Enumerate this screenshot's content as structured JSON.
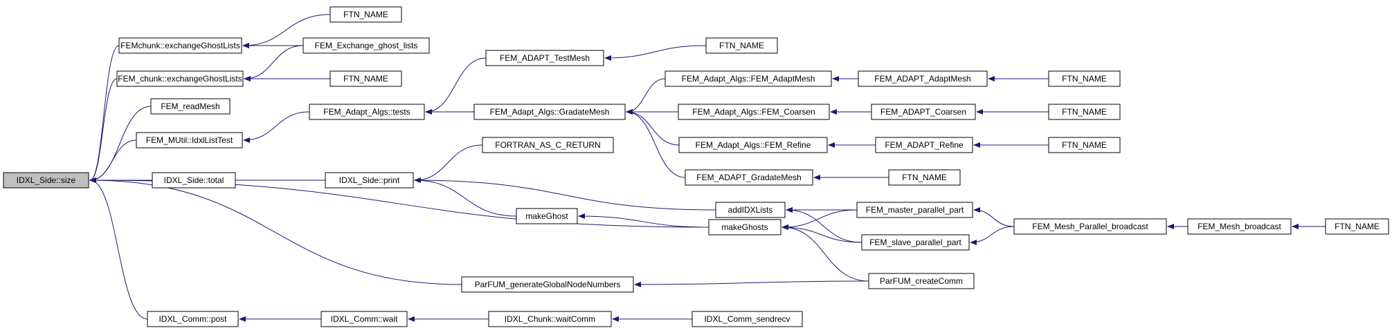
{
  "graph": {
    "root": "IDXL_Side::size",
    "colors": {
      "edge": "#191970",
      "node_fill": "#ffffff",
      "root_fill": "#bfbfbf",
      "node_border": "#000000"
    },
    "nodes": [
      {
        "id": "root",
        "label": "IDXL_Side::size"
      },
      {
        "id": "fc_ex",
        "label": "FEMchunk::exchangeGhostLists"
      },
      {
        "id": "ftn1",
        "label": "FTN_NAME"
      },
      {
        "id": "fem_ex",
        "label": "FEM_Exchange_ghost_lists"
      },
      {
        "id": "femc_ex",
        "label": "FEM_chunk::exchangeGhostLists"
      },
      {
        "id": "ftn2",
        "label": "FTN_NAME"
      },
      {
        "id": "readmesh",
        "label": "FEM_readMesh"
      },
      {
        "id": "mutil",
        "label": "FEM_MUtil::IdxlListTest"
      },
      {
        "id": "total",
        "label": "IDXL_Side::total"
      },
      {
        "id": "print",
        "label": "IDXL_Side::print"
      },
      {
        "id": "tests",
        "label": "FEM_Adapt_Algs::tests"
      },
      {
        "id": "testmesh",
        "label": "FEM_ADAPT_TestMesh"
      },
      {
        "id": "ftn3",
        "label": "FTN_NAME"
      },
      {
        "id": "gradate",
        "label": "FEM_Adapt_Algs::GradateMesh"
      },
      {
        "id": "aa_adapt",
        "label": "FEM_Adapt_Algs::FEM_AdaptMesh"
      },
      {
        "id": "adapt",
        "label": "FEM_ADAPT_AdaptMesh"
      },
      {
        "id": "ftn4",
        "label": "FTN_NAME"
      },
      {
        "id": "aa_coarsen",
        "label": "FEM_Adapt_Algs::FEM_Coarsen"
      },
      {
        "id": "coarsen",
        "label": "FEM_ADAPT_Coarsen"
      },
      {
        "id": "ftn5",
        "label": "FTN_NAME"
      },
      {
        "id": "aa_refine",
        "label": "FEM_Adapt_Algs::FEM_Refine"
      },
      {
        "id": "refine",
        "label": "FEM_ADAPT_Refine"
      },
      {
        "id": "ftn6",
        "label": "FTN_NAME"
      },
      {
        "id": "adapt_gradate",
        "label": "FEM_ADAPT_GradateMesh"
      },
      {
        "id": "ftn7",
        "label": "FTN_NAME"
      },
      {
        "id": "fortran",
        "label": "FORTRAN_AS_C_RETURN"
      },
      {
        "id": "makeghost",
        "label": "makeGhost"
      },
      {
        "id": "addidx",
        "label": "addIDXLists"
      },
      {
        "id": "makeghosts",
        "label": "makeGhosts"
      },
      {
        "id": "master",
        "label": "FEM_master_parallel_part"
      },
      {
        "id": "slave",
        "label": "FEM_slave_parallel_part"
      },
      {
        "id": "mpb",
        "label": "FEM_Mesh_Parallel_broadcast"
      },
      {
        "id": "mb",
        "label": "FEM_Mesh_broadcast"
      },
      {
        "id": "ftn8",
        "label": "FTN_NAME"
      },
      {
        "id": "parfum_gen",
        "label": "ParFUM_generateGlobalNodeNumbers"
      },
      {
        "id": "createcomm",
        "label": "ParFUM_createComm"
      },
      {
        "id": "comm_post",
        "label": "IDXL_Comm::post"
      },
      {
        "id": "comm_wait",
        "label": "IDXL_Comm::wait"
      },
      {
        "id": "chunk_wait",
        "label": "IDXL_Chunk::waitComm"
      },
      {
        "id": "sendrecv",
        "label": "IDXL_Comm_sendrecv"
      }
    ]
  }
}
